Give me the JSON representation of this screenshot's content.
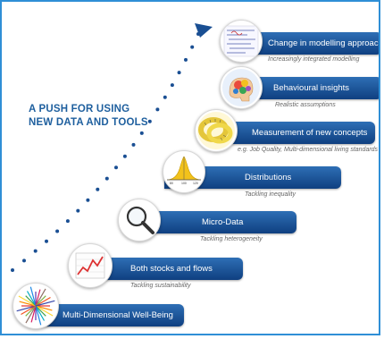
{
  "headline": {
    "line1": "A PUSH FOR USING",
    "line2": "NEW DATA AND TOOLS"
  },
  "colors": {
    "frame": "#2f8fd6",
    "bar": "#1a4f93",
    "dots": "#1a4f93",
    "headline": "#1e5f9e"
  },
  "steps": [
    {
      "label": "Multi-Dimensional Well-Being",
      "subtitle": "",
      "icon": "color-wheel-icon"
    },
    {
      "label": "Both stocks and flows",
      "subtitle": "Tackling sustainability",
      "icon": "line-chart-icon"
    },
    {
      "label": "Micro-Data",
      "subtitle": "Tackling heterogeneity",
      "icon": "magnifier-icon"
    },
    {
      "label": "Distributions",
      "subtitle": "Tackling inequality",
      "icon": "bell-curve-icon"
    },
    {
      "label": "Measurement of new concepts",
      "subtitle": "e.g. Job Quality, Multi-dimensional living standards",
      "icon": "tape-measure-icon"
    },
    {
      "label": "Behavioural insights",
      "subtitle": "Realistic assumptions",
      "icon": "brain-icon"
    },
    {
      "label": "Change in modelling approaches",
      "subtitle": "Increasingly integrated modelling",
      "icon": "equations-icon"
    }
  ]
}
